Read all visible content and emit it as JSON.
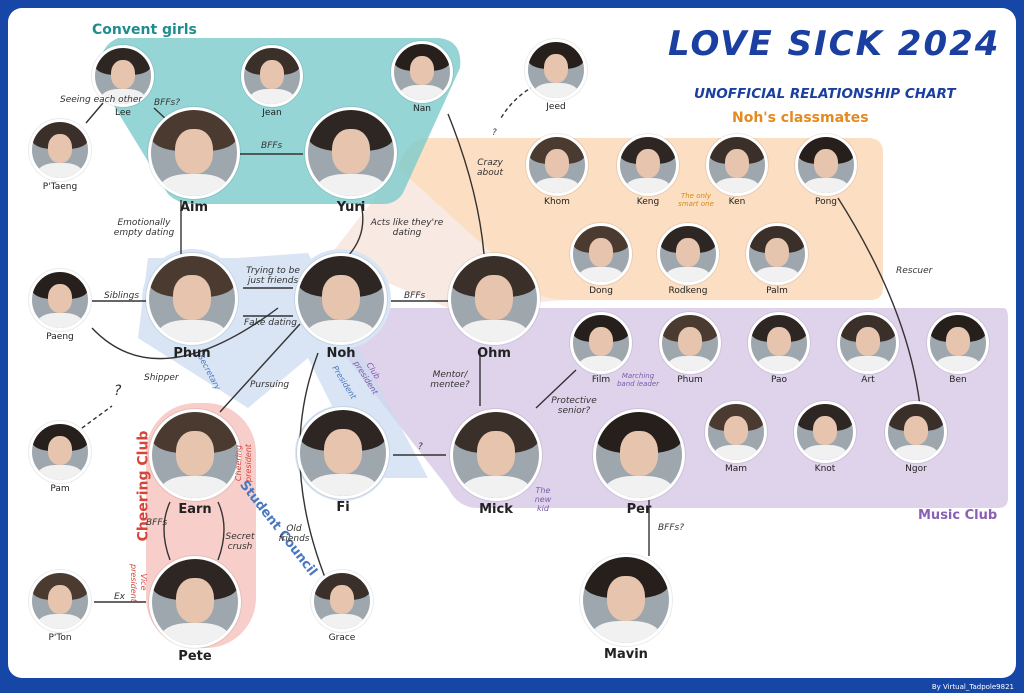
{
  "title": "LOVE SICK 2024",
  "subtitle": "UNOFFICIAL RELATIONSHIP CHART",
  "credit": "By Virtual_Tadpole9821",
  "colors": {
    "background": "#1747a6",
    "title": "#1a3fa0",
    "convent": "#6cc7c9",
    "classmates": "#f8c9a0",
    "music": "#c7b4dd",
    "cheering": "#f2b3ab",
    "student_council": "#b7cdea"
  },
  "groups": {
    "convent": "Convent girls",
    "classmates": "Noh's classmates",
    "music": "Music Club",
    "cheering": "Cheering Club",
    "student_council": "Student Council"
  },
  "people": {
    "lee": "Lee",
    "jean": "Jean",
    "nan": "Nan",
    "aim": "Aim",
    "yuri": "Yuri",
    "ptaeng": "P'Taeng",
    "jeed": "Jeed",
    "khom": "Khom",
    "keng": "Keng",
    "ken": "Ken",
    "pong": "Pong",
    "dong": "Dong",
    "rodkeng": "Rodkeng",
    "palm": "Palm",
    "paeng": "Paeng",
    "phun": "Phun",
    "noh": "Noh",
    "ohm": "Ohm",
    "film": "Film",
    "phum": "Phum",
    "pao": "Pao",
    "art": "Art",
    "ben": "Ben",
    "mam": "Mam",
    "knot": "Knot",
    "ngor": "Ngor",
    "pam": "Pam",
    "earn": "Earn",
    "fi": "Fi",
    "mick": "Mick",
    "per": "Per",
    "pton": "P'Ton",
    "pete": "Pete",
    "grace": "Grace",
    "mavin": "Mavin"
  },
  "relations": {
    "lee_ptaeng": "Seeing each other",
    "lee_aim": "BFFs?",
    "aim_yuri": "BFFs",
    "aim_phun": "Emotionally empty dating",
    "jeed_q": "?",
    "nan_ohm": "Crazy about",
    "yuri_noh": "Acts like they're dating",
    "paeng_phun": "Siblings",
    "phun_noh_top": "Trying to be just friends",
    "phun_noh_bottom": "Fake dating",
    "noh_ohm": "BFFs",
    "shipper": "Shipper",
    "pam_q": "?",
    "earn_noh": "Pursuing",
    "ohm_mick": "Mentor/ mentee?",
    "film_mick": "Protective senior?",
    "fi_mick": "?",
    "pong_ngor": "Rescuer",
    "pete_earn_bffs": "BFFs",
    "pete_earn_crush": "Secret crush",
    "pton_pete": "Ex",
    "grace_noh": "Old friends",
    "per_mavin": "BFFs?"
  },
  "notes": {
    "keng": "The only smart one",
    "film": "Marching band leader",
    "mick": "The new kid",
    "phun_role": "Secretary",
    "noh_role1": "Club president",
    "noh_role2": "President",
    "earn_role": "Cheering president",
    "pete_role": "Vice president"
  }
}
